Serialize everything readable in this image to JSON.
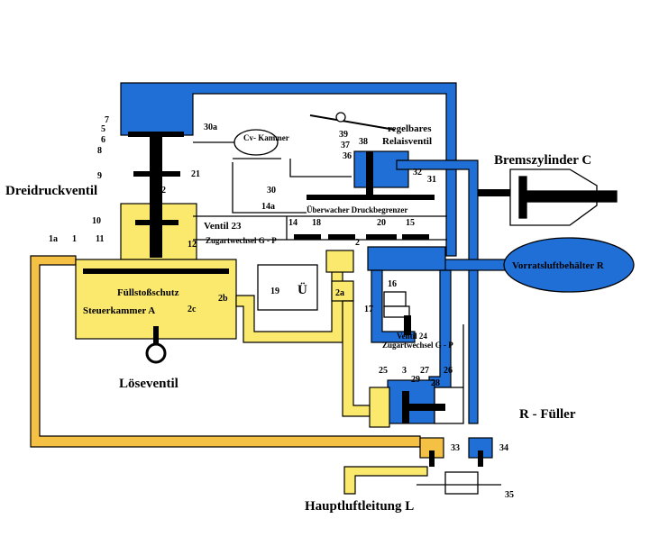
{
  "colors": {
    "blue": "#1f6fd6",
    "yellow": "#fbe96e",
    "orange": "#f5c145",
    "black": "#000000",
    "white": "#ffffff"
  },
  "labels": {
    "dreidruckventil": "Dreidruckventil",
    "bremszylinder": "Bremszylinder C",
    "vorratsluftbehaelter": "Vorratsluftbehälter R",
    "steuerkammer": "Steuerkammer A",
    "fuellstossschutz": "Füllstoßschutz",
    "loeseventil": "Löseventil",
    "r_fueller": "R - Füller",
    "hauptluftleitung": "Hauptluftleitung L",
    "regelbares": "regelbares",
    "relaisventil": "Relaisventil",
    "ueberwacher": "Überwacher Druckbegrenzer",
    "zugartwechsel_1": "Zugartwechsel G - P",
    "zugartwechsel_2": "Zugartwechsel G - P",
    "ventil_23": "Ventil 23",
    "ventil_24": "Ventil 24",
    "cv_kammer": "Cv-\nKammer",
    "ue": "Ü"
  },
  "numbers": {
    "n1": "1",
    "n1a": "1a",
    "n2": "2",
    "n2a": "2a",
    "n2b": "2b",
    "n2c": "2c",
    "n3": "3",
    "n5": "5",
    "n6": "6",
    "n7": "7",
    "n8": "8",
    "n9": "9",
    "n10": "10",
    "n11": "11",
    "n12": "12",
    "n14": "14",
    "n14a": "14a",
    "n15": "15",
    "n16": "16",
    "n17": "17",
    "n18": "18",
    "n19": "19",
    "n20": "20",
    "n21": "21",
    "n22": "22",
    "n25": "25",
    "n26": "26",
    "n27": "27",
    "n28": "28",
    "n29": "29",
    "n30": "30",
    "n30a": "30a",
    "n31": "31",
    "n32": "32",
    "n33": "33",
    "n34": "34",
    "n35": "35",
    "n36": "36",
    "n37": "37",
    "n38": "38",
    "n39": "39"
  }
}
